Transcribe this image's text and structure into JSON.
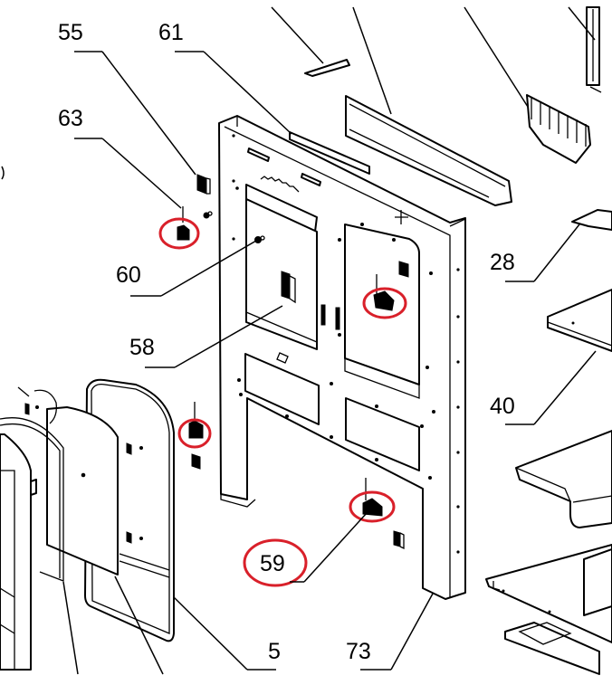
{
  "diagram": {
    "type": "exploded-parts-diagram",
    "highlight_color": "#d9202a",
    "line_color": "#000000",
    "background": "#ffffff",
    "callouts": [
      {
        "id": "55",
        "label": "55",
        "highlighted": false
      },
      {
        "id": "61",
        "label": "61",
        "highlighted": false
      },
      {
        "id": "63",
        "label": "63",
        "highlighted": false
      },
      {
        "id": "60",
        "label": "60",
        "highlighted": false
      },
      {
        "id": "58",
        "label": "58",
        "highlighted": false
      },
      {
        "id": "28",
        "label": "28",
        "highlighted": false
      },
      {
        "id": "40",
        "label": "40",
        "highlighted": false
      },
      {
        "id": "59",
        "label": "59",
        "highlighted": true
      },
      {
        "id": "5",
        "label": "5",
        "highlighted": false
      },
      {
        "id": "73",
        "label": "73",
        "highlighted": false
      }
    ],
    "highlighted_parts": [
      {
        "part": "59",
        "description": "clip near top-left bracket"
      },
      {
        "part": "59",
        "description": "clip on right upper panel"
      },
      {
        "part": "59",
        "description": "clip beside left door panel"
      },
      {
        "part": "59",
        "description": "clip at lower centre"
      }
    ]
  }
}
